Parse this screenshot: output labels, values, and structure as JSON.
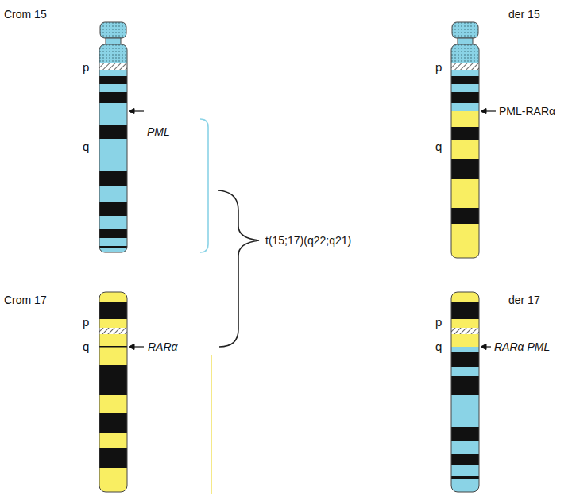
{
  "diagram": {
    "labels": [
      "Crom 15",
      "p",
      "q",
      "PML",
      "t(15;17)(q22;q21)",
      "Crom 17",
      "p",
      "q",
      "RARα",
      "der 15",
      "p",
      "q",
      "PML-RARα",
      "der 17",
      "p",
      "q",
      "RARα PML"
    ]
  }
}
